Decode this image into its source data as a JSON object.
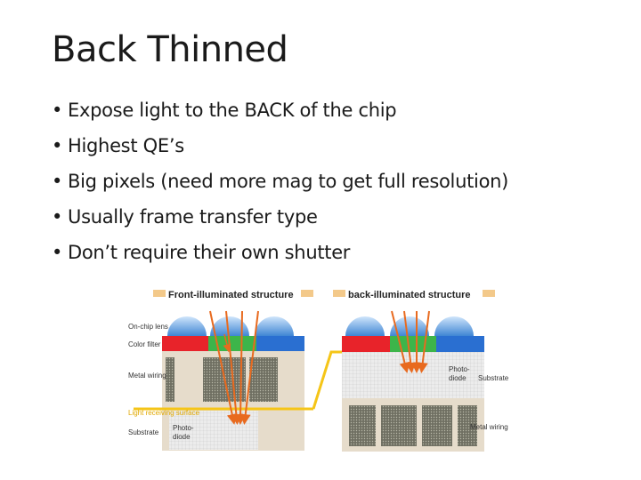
{
  "slide": {
    "title": "Back Thinned",
    "bullets": [
      "Expose light to the BACK of the chip",
      "Highest QE’s",
      "Big pixels (need more mag to get full resolution)",
      "Usually frame transfer type",
      "Don’t require their own shutter"
    ]
  },
  "diagram": {
    "front": {
      "header": "Front-illuminated structure",
      "labels": {
        "lens": "On-chip lens",
        "filter": "Color filter",
        "wiring": "Metal wiring",
        "surface": "Light receiving surface",
        "substrate": "Substrate",
        "photodiode_1": "Photo-",
        "photodiode_2": "diode"
      }
    },
    "back": {
      "header": "back-illuminated structure",
      "labels": {
        "photodiode_1": "Photo-",
        "photodiode_2": "diode",
        "substrate": "Substrate",
        "wiring": "Metal wiring"
      }
    },
    "colors": {
      "lens": "#4a90d9",
      "red_filter": "#e8232a",
      "green_filter": "#3db54a",
      "blue_filter": "#2a6fd1",
      "light_line": "#f5c518",
      "arrow": "#e86a1f",
      "wiring_block": "#8a8a7a",
      "substrate": "#e6dccb"
    }
  }
}
